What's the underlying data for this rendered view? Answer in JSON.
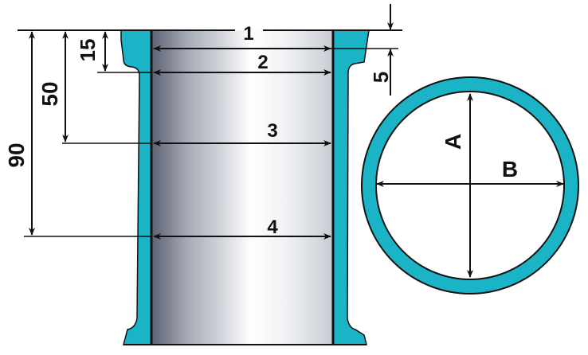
{
  "title": "Cylinder liner measurement diagram",
  "colors": {
    "liner": "#1bb3c6",
    "outline": "#111111",
    "bore_dark": "#6f7484",
    "bore_light": "#f4f5f7"
  },
  "section_labels": {
    "belt_1": "1",
    "belt_2": "2",
    "belt_3": "3",
    "belt_4": "4"
  },
  "dimensions": {
    "d90": "90",
    "d50": "50",
    "d15": "15",
    "d5": "5"
  },
  "circle_labels": {
    "axis_a": "A",
    "axis_b": "B"
  }
}
